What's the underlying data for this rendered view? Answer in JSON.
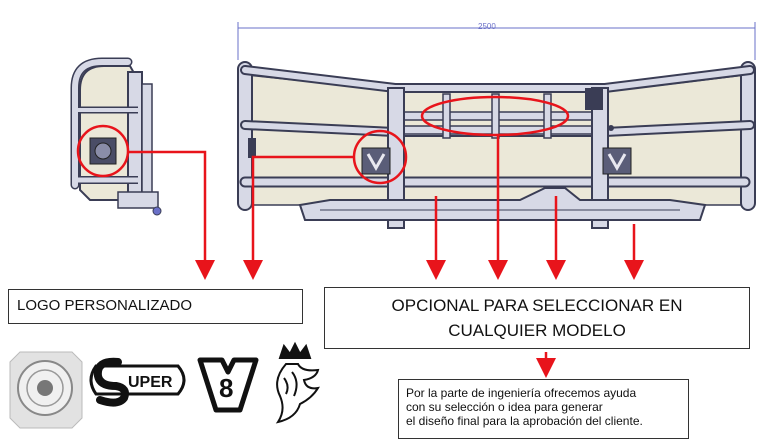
{
  "dimension_label": "2500",
  "labels": {
    "logo": "LOGO PERSONALIZADO",
    "optional_line1": "OPCIONAL PARA SELECCIONAR EN",
    "optional_line2": "CUALQUIER MODELO",
    "note_line1": "Por la parte de ingeniería ofrecemos ayuda",
    "note_line2": "con su selección o idea para generar",
    "note_line3": "el diseño final para la aprobación del cliente."
  },
  "emblems": {
    "badge_icon": "round-badge-emblem-icon",
    "super_logo": "SUPER",
    "v8_logo": "8",
    "griffin_icon": "crowned-griffin-icon"
  },
  "colors": {
    "arrow": "#e8141b",
    "tube_fill": "#d7d9e6",
    "tube_stroke": "#3a3d55",
    "panel_fill": "#ebe8d8",
    "dimension_line": "#6a70c8"
  }
}
